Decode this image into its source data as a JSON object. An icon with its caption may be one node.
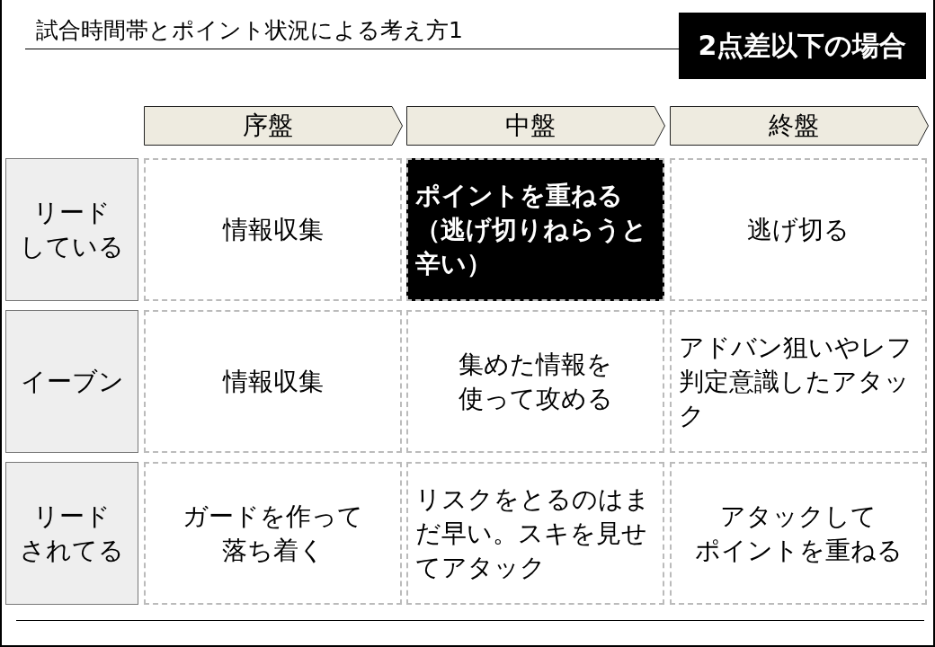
{
  "diagram": {
    "title": "試合時間帯とポイント状況による考え方1",
    "nodes": [
      {
        "text": [
          "2点差以下の場合"
        ]
      },
      {
        "text": [
          "序盤"
        ]
      },
      {
        "text": [
          "中盤"
        ]
      },
      {
        "text": [
          "終盤"
        ]
      },
      {
        "text": [
          "リードしている"
        ]
      },
      {
        "text": [
          "情報収集"
        ]
      },
      {
        "text": [
          "ポイントを重ねる（逃げ切りねらうと辛い）"
        ]
      },
      {
        "text": [
          "逃げ切る"
        ]
      },
      {
        "text": [
          "イーブン"
        ]
      },
      {
        "text": [
          "情報収集"
        ]
      },
      {
        "text": [
          "集めた情報を使って攻める"
        ]
      },
      {
        "text": [
          "アドバン狙いやレフ判定意識したアタック"
        ]
      },
      {
        "text": [
          "リードされてる"
        ]
      },
      {
        "text": [
          "ガードを作って落ち着く"
        ]
      },
      {
        "text": [
          "リスクをとるのはまだ早い。スキを見せてアタック"
        ]
      },
      {
        "text": [
          "アタックしてポイントを重ねる"
        ]
      }
    ]
  }
}
